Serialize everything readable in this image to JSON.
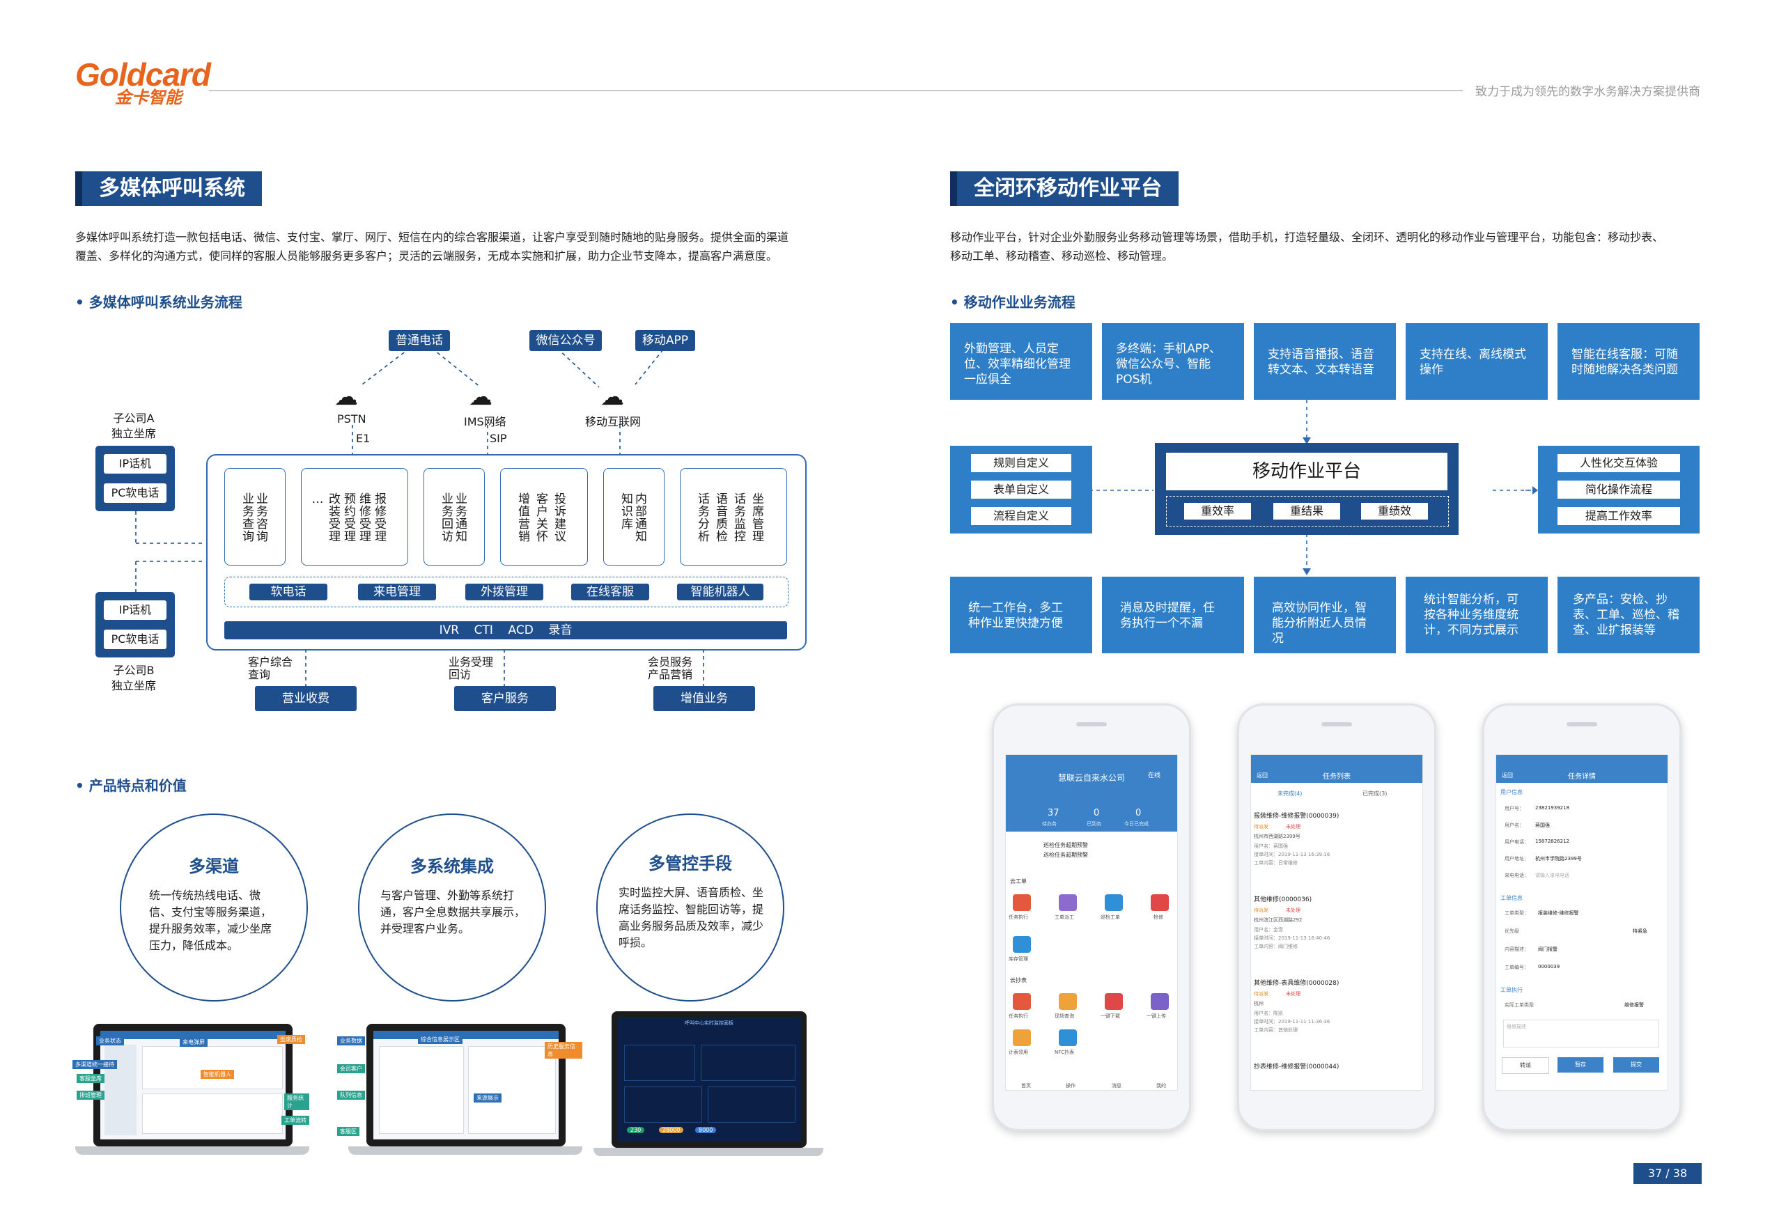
{
  "header": {
    "logo_en": "Goldcard",
    "logo_cn": "金卡智能",
    "slogan": "致力于成为领先的数字水务解决方案提供商"
  },
  "left": {
    "title": "多媒体呼叫系统",
    "intro": "多媒体呼叫系统打造一款包括电话、微信、支付宝、掌厅、网厅、短信在内的综合客服渠道，让客户享受到随时随地的贴身服务。提供全面的渠道覆盖、多样化的沟通方式，使同样的客服人员能够服务更多客户；灵活的云端服务，无成本实施和扩展，助力企业节支降本，提高客户满意度。",
    "flow_heading": "多媒体呼叫系统业务流程",
    "flow": {
      "top_tags": [
        "普通电话",
        "微信公众号",
        "移动APP"
      ],
      "clouds": [
        "PSTN",
        "IMS网络",
        "移动互联网"
      ],
      "cloud_sub": [
        "E1",
        "SIP"
      ],
      "sub_a": "子公司A\n独立坐席",
      "sub_b": "子公司B\n独立坐席",
      "devices": [
        "IP话机",
        "PC软电话"
      ],
      "modules": [
        "业务咨询",
        "业务查询",
        "报修受理",
        "维修受理",
        "预约受理",
        "改装受理",
        "…",
        "业务通知",
        "业务回访",
        "投诉建议",
        "客户关怀",
        "增值营销",
        "内部通知",
        "知识库",
        "坐席管理",
        "话务监控",
        "语音质检",
        "话务分析"
      ],
      "module_cols": [
        [
          "业务咨询",
          "业务查询"
        ],
        [
          "报修受理",
          "维修受理",
          "预约受理",
          "改装受理",
          "…"
        ],
        [
          "业务通知",
          "业务回访"
        ],
        [
          "投诉建议",
          "客户关怀",
          "增值营销"
        ],
        [
          "内部通知",
          "知识库"
        ],
        [
          "坐席管理",
          "话务监控",
          "语音质检",
          "话务分析"
        ]
      ],
      "tools": [
        "软电话",
        "来电管理",
        "外拨管理",
        "在线客服",
        "智能机器人"
      ],
      "base": "IVR    CTI    ACD    录音",
      "bottom_labels": [
        "客户综合\n查询",
        "业务受理\n回访",
        "会员服务\n产品营销"
      ],
      "bottom_tags": [
        "营业收费",
        "客户服务",
        "增值业务"
      ]
    },
    "features_heading": "产品特点和价值",
    "features": [
      {
        "title": "多渠道",
        "body": "统一传统热线电话、微信、支付宝等服务渠道，提升服务效率，减少坐席压力，降低成本。"
      },
      {
        "title": "多系统集成",
        "body": "与客户管理、外勤等系统打通，客户全息数据共享展示，并受理客户业务。"
      },
      {
        "title": "多管控手段",
        "body": "实时监控大屏、语音质检、坐席话务监控、智能回访等，提高业务服务品质及效率，减少呼损。"
      }
    ],
    "laptop_labels": {
      "l1": [
        "业务状态",
        "来电弹屏",
        "多渠道统一接待",
        "坐席质检",
        "智能机器人",
        "客服坐席",
        "排班管理",
        "服务统计",
        "工单流转"
      ],
      "l2": [
        "业务数据",
        "综合信息展示区",
        "会员客户",
        "队列信息",
        "来源展示",
        "历史服务信息",
        "客服区"
      ],
      "l3": [
        "呼叫中心实时监控面板",
        "230",
        "28000",
        "8000"
      ]
    }
  },
  "right": {
    "title": "全闭环移动作业平台",
    "intro": "移动作业平台，针对企业外勤服务业务移动管理等场景，借助手机，打造轻量级、全闭环、透明化的移动作业与管理平台，功能包含：移动抄表、移动工单、移动稽查、移动巡检、移动管理。",
    "flow_heading": "移动作业业务流程",
    "top_boxes": [
      "外勤管理、人员定位、效率精细化管理一应俱全",
      "多终端：手机APP、微信公众号、智能POS机",
      "支持语音播报、语音转文本、文本转语音",
      "支持在线、离线模式操作",
      "智能在线客服：可随时随地解决各类问题"
    ],
    "left_items": [
      "规则自定义",
      "表单自定义",
      "流程自定义"
    ],
    "center_title": "移动作业平台",
    "center_items": [
      "重效率",
      "重结果",
      "重绩效"
    ],
    "right_items": [
      "人性化交互体验",
      "简化操作流程",
      "提高工作效率"
    ],
    "bottom_boxes": [
      "统一工作台，多工种作业更快捷方便",
      "消息及时提醒，任务执行一个不漏",
      "高效协同作业，智能分析附近人员情况",
      "统计智能分析，可按各种业务维度统计，不同方式展示",
      "多产品：安检、抄表、工单、巡检、稽查、业扩报装等"
    ],
    "phones": {
      "p1": {
        "title": "慧联云自来水公司",
        "status": "在线",
        "stats": [
          {
            "v": "37",
            "l": "待办务"
          },
          {
            "v": "0",
            "l": "已到务"
          },
          {
            "v": "0",
            "l": "今日已完成"
          }
        ],
        "notices": [
          "巡检任务超期预警",
          "巡检任务超期预警"
        ],
        "sec1": "云工单",
        "grid1": [
          "任务执行",
          "工单派工",
          "巡检工单",
          "抢修",
          "库存管理"
        ],
        "sec2": "云抄表",
        "grid2": [
          "任务执行",
          "现场查询",
          "一键下载",
          "一键上传",
          "计表领用",
          "NFC抄表"
        ],
        "tabs": [
          "首页",
          "操作",
          "消息",
          "我的"
        ]
      },
      "p2": {
        "title": "任务列表",
        "back": "返回",
        "tabs": [
          "未完成(4)",
          "已完成(3)"
        ],
        "items": [
          {
            "t": "报装维修-维修报警(0000039)",
            "tags": [
              "待派发",
              "未处理"
            ],
            "addr": "杭州市西湖路2399号",
            "u": "用户名：蒋国强",
            "time": "接单时间：2019-11-13 16:39:16",
            "c": "工单内容：日常维修"
          },
          {
            "t": "其他维修(0000036)",
            "tags": [
              "待派发",
              "未处理"
            ],
            "addr": "杭州滨江区西湖路292",
            "u": "用户名：金雪",
            "time": "接单时间：2019-11-13 16:40:46",
            "c": "工单内容：阀门维修"
          },
          {
            "t": "其他维修-表具维修(0000028)",
            "tags": [
              "待派发",
              "未处理"
            ],
            "addr": "杭州",
            "u": "用户名：陈凯",
            "time": "接单时间：2019-11-11 11:36:36",
            "c": "工单内容：其他处理"
          },
          {
            "t": "抄表维修-维修报警(0000044)",
            "tags": [],
            "addr": "",
            "u": "",
            "time": "",
            "c": ""
          }
        ]
      },
      "p3": {
        "title": "任务详情",
        "back": "返回",
        "sec1": "用户信息",
        "rows1": [
          [
            "用户号：",
            "23821939218"
          ],
          [
            "用户名：",
            "蒋国强"
          ],
          [
            "用户电话：",
            "15872826212"
          ],
          [
            "用户地址：",
            "杭州市学院路2399号"
          ],
          [
            "来电电话：",
            "请输入来电电话"
          ]
        ],
        "sec2": "工单信息",
        "rows2": [
          [
            "工单类型：",
            "报装维修-维修报警"
          ],
          [
            "优先级",
            "特紧急"
          ],
          [
            "内容描述：",
            "阀门报警"
          ],
          [
            "工单编号：",
            "0000039"
          ]
        ],
        "sec3": "工单执行",
        "rows3": [
          [
            "实际工单类型",
            "维修报警"
          ]
        ],
        "input": "维修描述",
        "buttons": [
          "转派",
          "暂存",
          "提交"
        ]
      }
    }
  },
  "page_number": "37 / 38"
}
